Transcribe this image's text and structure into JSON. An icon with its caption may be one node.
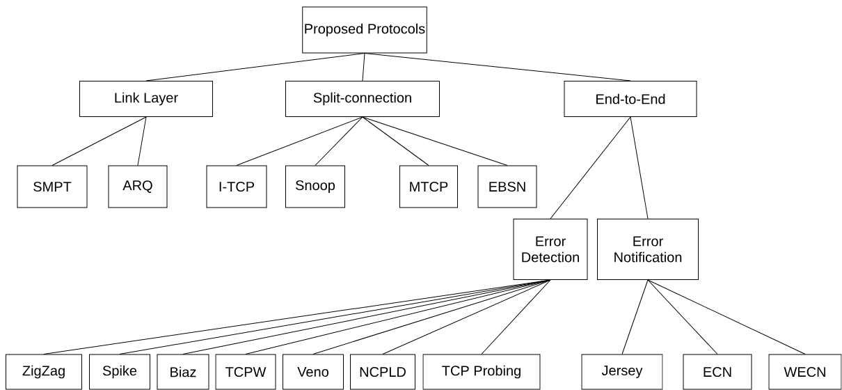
{
  "diagram": {
    "nodes": [
      {
        "text": [
          "Proposed Protocols"
        ]
      },
      {
        "text": [
          "Link Layer"
        ]
      },
      {
        "text": [
          "Split-connection"
        ]
      },
      {
        "text": [
          "End-to-End"
        ]
      },
      {
        "text": [
          "SMPT"
        ]
      },
      {
        "text": [
          "ARQ"
        ]
      },
      {
        "text": [
          "I-TCP"
        ]
      },
      {
        "text": [
          "Snoop"
        ]
      },
      {
        "text": [
          "MTCP"
        ]
      },
      {
        "text": [
          "EBSN"
        ]
      },
      {
        "text": [
          "Error Detection"
        ]
      },
      {
        "text": [
          "Error Notification"
        ]
      },
      {
        "text": [
          "ZigZag"
        ]
      },
      {
        "text": [
          "Spike"
        ]
      },
      {
        "text": [
          "Biaz"
        ]
      },
      {
        "text": [
          "TCPW"
        ]
      },
      {
        "text": [
          "Veno"
        ]
      },
      {
        "text": [
          "NCPLD"
        ]
      },
      {
        "text": [
          "TCP Probing"
        ]
      },
      {
        "text": [
          "Jersey"
        ]
      },
      {
        "text": [
          "ECN"
        ]
      },
      {
        "text": [
          "WECN"
        ]
      }
    ],
    "edges": [
      {
        "from": 0,
        "to": 1,
        "arrow": "none"
      },
      {
        "from": 0,
        "to": 2,
        "arrow": "none"
      },
      {
        "from": 0,
        "to": 3,
        "arrow": "none"
      },
      {
        "from": 1,
        "to": 4,
        "arrow": "none"
      },
      {
        "from": 1,
        "to": 5,
        "arrow": "none"
      },
      {
        "from": 2,
        "to": 6,
        "arrow": "none"
      },
      {
        "from": 2,
        "to": 7,
        "arrow": "none"
      },
      {
        "from": 2,
        "to": 8,
        "arrow": "none"
      },
      {
        "from": 2,
        "to": 9,
        "arrow": "none"
      },
      {
        "from": 3,
        "to": 10,
        "arrow": "none"
      },
      {
        "from": 3,
        "to": 11,
        "arrow": "none"
      },
      {
        "from": 10,
        "to": 12,
        "arrow": "none"
      },
      {
        "from": 10,
        "to": 13,
        "arrow": "none"
      },
      {
        "from": 10,
        "to": 14,
        "arrow": "none"
      },
      {
        "from": 10,
        "to": 15,
        "arrow": "none"
      },
      {
        "from": 10,
        "to": 16,
        "arrow": "none"
      },
      {
        "from": 10,
        "to": 17,
        "arrow": "none"
      },
      {
        "from": 10,
        "to": 18,
        "arrow": "none"
      },
      {
        "from": 11,
        "to": 19,
        "arrow": "none"
      },
      {
        "from": 11,
        "to": 20,
        "arrow": "none"
      },
      {
        "from": 11,
        "to": 21,
        "arrow": "none"
      }
    ]
  }
}
